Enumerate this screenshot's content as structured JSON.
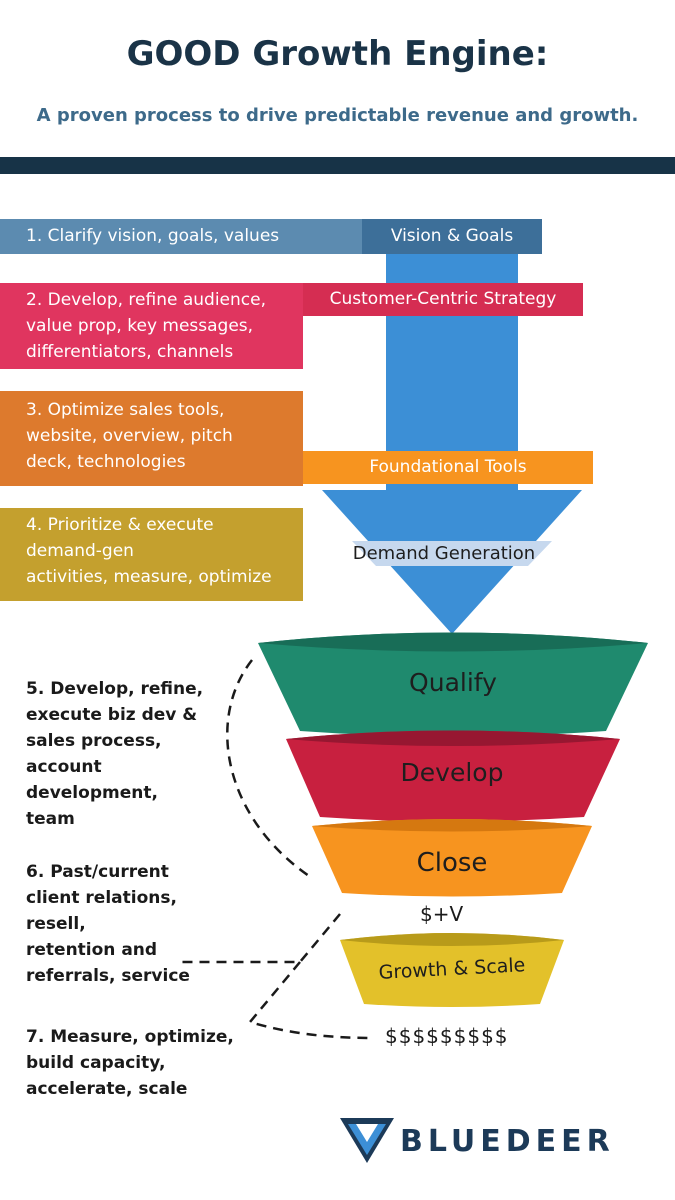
{
  "header": {
    "title": "GOOD Growth Engine:",
    "subtitle": "A proven process to drive predictable revenue and growth."
  },
  "steps": [
    {
      "text": "1. Clarify vision, goals, values",
      "color": "#5c8bb0"
    },
    {
      "text": "2. Develop, refine audience,\nvalue prop, key messages,\ndifferentiators, channels",
      "color": "#e0355f"
    },
    {
      "text": "3. Optimize sales tools,\nwebsite, overview, pitch\ndeck, technologies",
      "color": "#dd7a2d"
    },
    {
      "text": "4. Prioritize & execute\ndemand-gen\nactivities, measure, optimize",
      "color": "#c4a02e"
    }
  ],
  "labels": {
    "vision": "Vision & Goals",
    "customer": "Customer-Centric Strategy",
    "foundational": "Foundational Tools",
    "demand": "Demand Generation"
  },
  "stages": {
    "qualify": "Qualify",
    "develop": "Develop",
    "close": "Close",
    "growth": "Growth & Scale"
  },
  "side_notes": {
    "five": "5. Develop, refine,\nexecute biz dev &\nsales process,\naccount\ndevelopment,\nteam",
    "six": "6. Past/current\nclient relations,\nresell,\nretention and\nreferrals, service",
    "seven": "7. Measure, optimize,\nbuild capacity,\naccelerate, scale"
  },
  "outcomes": {
    "plus_v": "$+V",
    "dollars": "$$$$$$$$$"
  },
  "brand": {
    "name": "BLUEDEER"
  },
  "colors": {
    "navy": "#173347",
    "arrow_blue": "#3c8fd6",
    "vision_blue": "#3d6f99",
    "strategy_red": "#d52d52",
    "tools_orange": "#f7941f",
    "qualify_green": "#1f8a6e",
    "develop_red": "#c8203f",
    "close_orange": "#f7941f",
    "growth_yellow": "#e3c12a"
  }
}
